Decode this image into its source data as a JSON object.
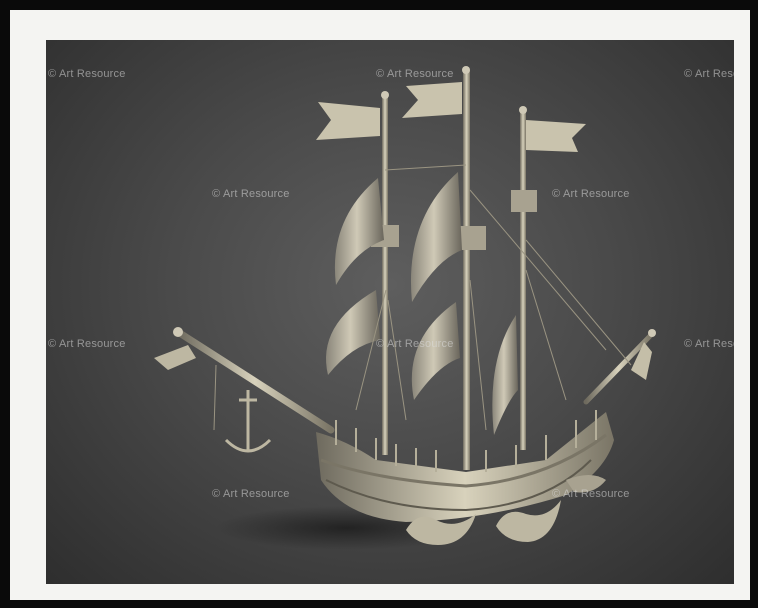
{
  "image": {
    "subject": "silver-gilt ship nef",
    "background_color": "#4a4a4a",
    "frame_color": "#0a0a0a",
    "mat_color": "#f4f4f2"
  },
  "watermark": {
    "text": "© Art Resource",
    "copies": 10
  }
}
